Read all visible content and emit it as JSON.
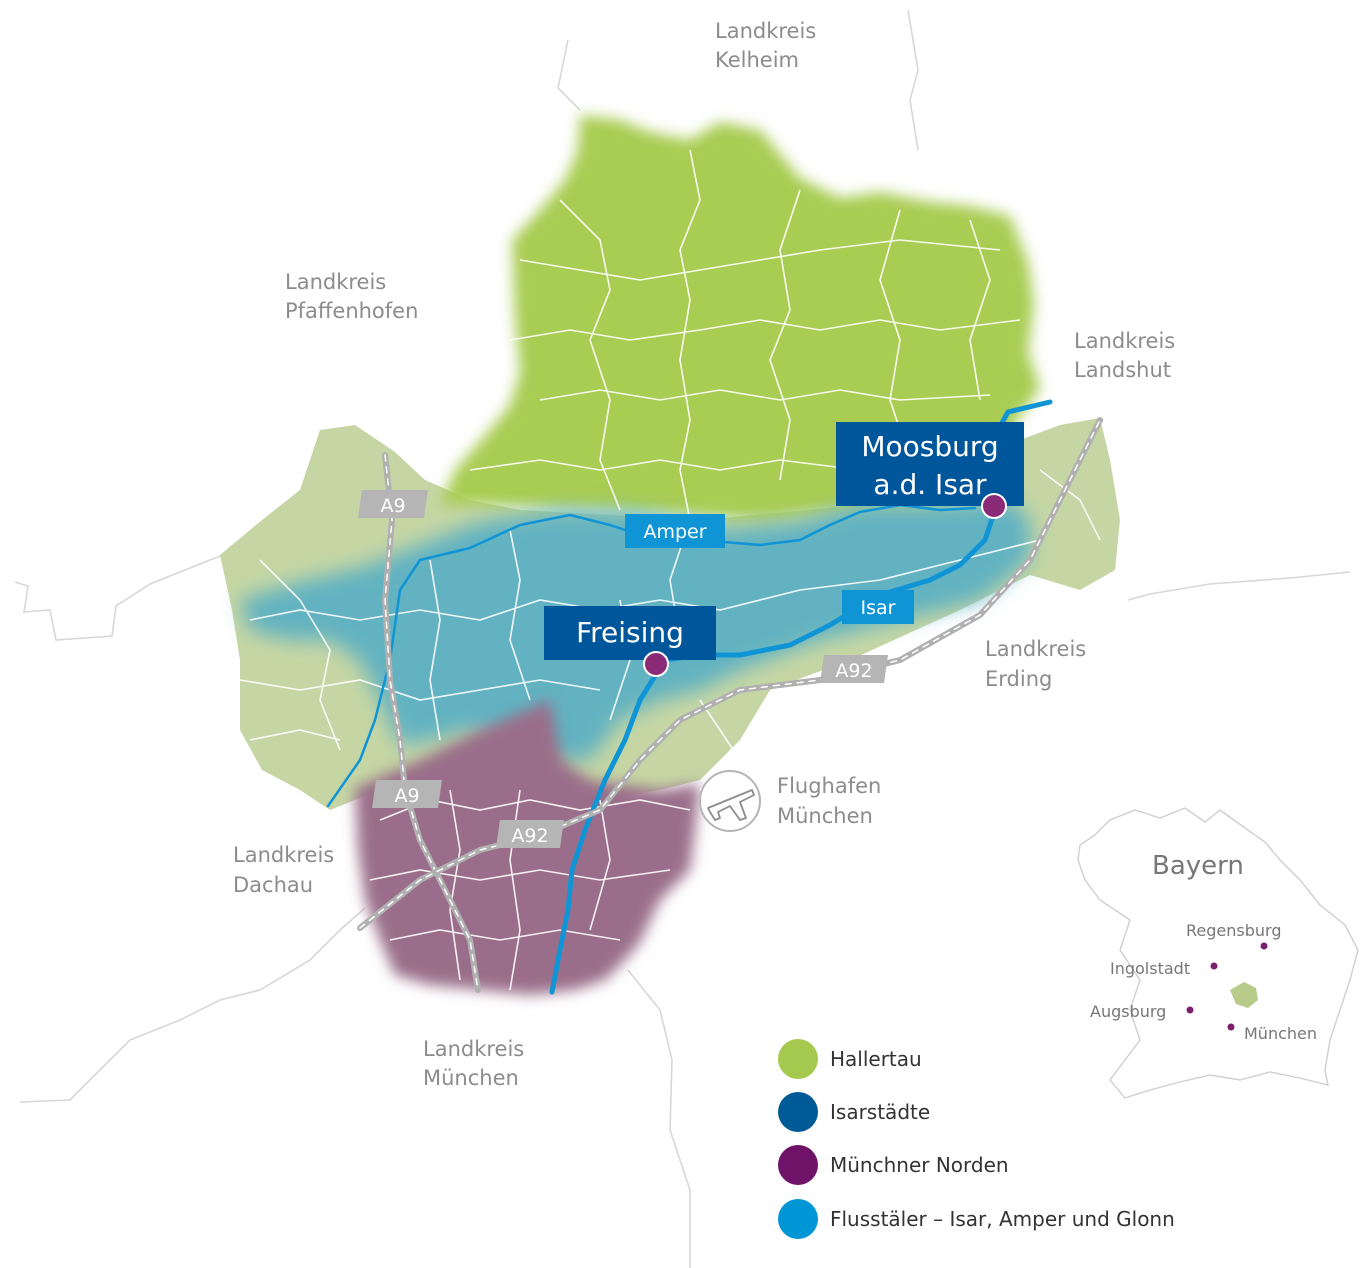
{
  "neighbors": {
    "kelheim": [
      "Landkreis",
      "Kelheim"
    ],
    "pfaffenhofen": [
      "Landkreis",
      "Pfaffenhofen"
    ],
    "landshut": [
      "Landkreis",
      "Landshut"
    ],
    "erding": [
      "Landkreis",
      "Erding"
    ],
    "dachau": [
      "Landkreis",
      "Dachau"
    ],
    "muenchen": [
      "Landkreis",
      "München"
    ]
  },
  "airport": [
    "Flughafen",
    "München"
  ],
  "cities": {
    "moosburg": [
      "Moosburg",
      "a.d. Isar"
    ],
    "freising": "Freising"
  },
  "rivers": {
    "amper": "Amper",
    "isar": "Isar"
  },
  "roads": {
    "a9_north": "A9",
    "a9_south": "A9",
    "a92_east": "A92",
    "a92_west": "A92"
  },
  "legend": [
    {
      "label": "Hallertau",
      "color": "#a4c94e"
    },
    {
      "label": "Isarstädte",
      "color": "#005a97"
    },
    {
      "label": "Münchner Norden",
      "color": "#6e1368"
    },
    {
      "label": "Flusstäler – Isar, Amper und Glonn",
      "color": "#0096d6"
    }
  ],
  "inset": {
    "title": "Bayern",
    "cities": [
      "Regensburg",
      "Ingolstadt",
      "Augsburg",
      "München"
    ]
  },
  "colors": {
    "region_green": "#a9cc52",
    "region_light": "#c5d6a4",
    "region_teal": "#62b2c1",
    "region_purple": "#9a6e8a",
    "river": "#0f95d6",
    "box_dark": "#00569a",
    "city_dot": "#8b2a76",
    "road": "#bdbdbd"
  }
}
